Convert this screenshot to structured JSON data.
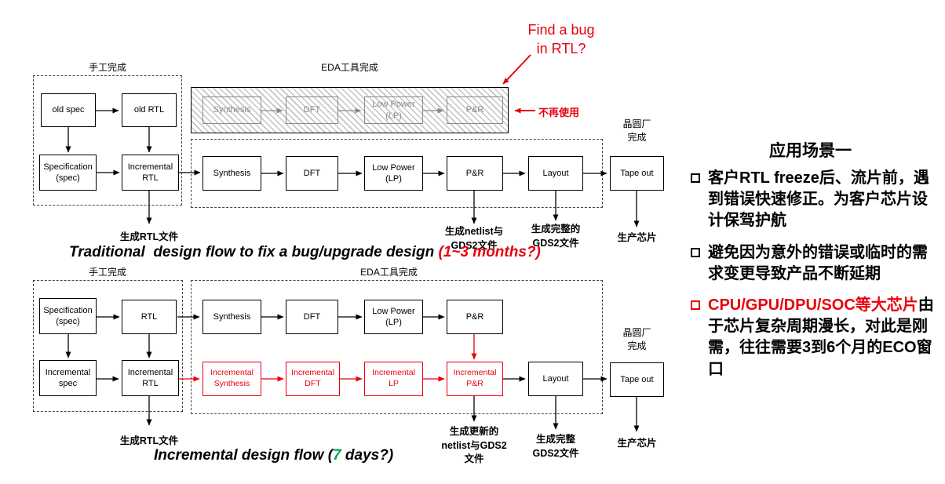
{
  "colors": {
    "red": "#e8000d",
    "green": "#00a650",
    "gray": "#8a8a8a"
  },
  "annotation": {
    "find_bug": "Find a bug\nin RTL?",
    "not_used": "不再使用"
  },
  "labels": {
    "manual_top": "手工完成",
    "eda_top": "EDA工具完成",
    "fab_top": "晶圆厂\n完成",
    "manual_bottom": "手工完成",
    "eda_bottom": "EDA工具完成",
    "fab_bottom": "晶圆厂\n完成"
  },
  "top": {
    "old_spec": "old spec",
    "old_rtl": "old RTL",
    "spec": "Specification\n(spec)",
    "inc_rtl": "Incremental\nRTL",
    "disabled": [
      "Synthesis",
      "DFT",
      "Low Power\n(LP)",
      "P&R"
    ],
    "flow": [
      "Synthesis",
      "DFT",
      "Low Power\n(LP)",
      "P&R",
      "Layout"
    ],
    "tapeout": "Tape out",
    "out_rtl": "生成RTL文件",
    "out_netlist": "生成netlist与\nGDS2文件",
    "out_gds2": "生成完整的\nGDS2文件",
    "out_chip": "生产芯片",
    "title_main": "Traditional  design flow to fix a bug/upgrade design ",
    "title_red": "(1~3 months?)"
  },
  "bottom": {
    "spec": "Specification\n(spec)",
    "rtl": "RTL",
    "inc_spec": "Incremental\nspec",
    "inc_rtl": "Incremental\nRTL",
    "flow": [
      "Synthesis",
      "DFT",
      "Low Power\n(LP)",
      "P&R"
    ],
    "inc_flow": [
      "Incremental\nSynthesis",
      "Incremental\nDFT",
      "Incremental\nLP",
      "Incremental\nP&R"
    ],
    "layout": "Layout",
    "tapeout": "Tape out",
    "out_rtl": "生成RTL文件",
    "out_netlist": "生成更新的\nnetlist与GDS2\n文件",
    "out_gds2": "生成完整\nGDS2文件",
    "out_chip": "生产芯片",
    "title_pre": "Incremental design flow (",
    "title_green": "7",
    "title_post": " days?)"
  },
  "panel": {
    "heading": "应用场景一",
    "bullet1": "客户RTL freeze后、流片前，遇到错误快速修正。为客户芯片设计保驾护航",
    "bullet2": "避免因为意外的错误或临时的需求变更导致产品不断延期",
    "bullet3_red": "CPU/GPU/DPU/SOC等大芯片",
    "bullet3_rest": "由于芯片复杂周期漫长，对此是刚需，往往需要3到6个月的ECO窗口"
  }
}
